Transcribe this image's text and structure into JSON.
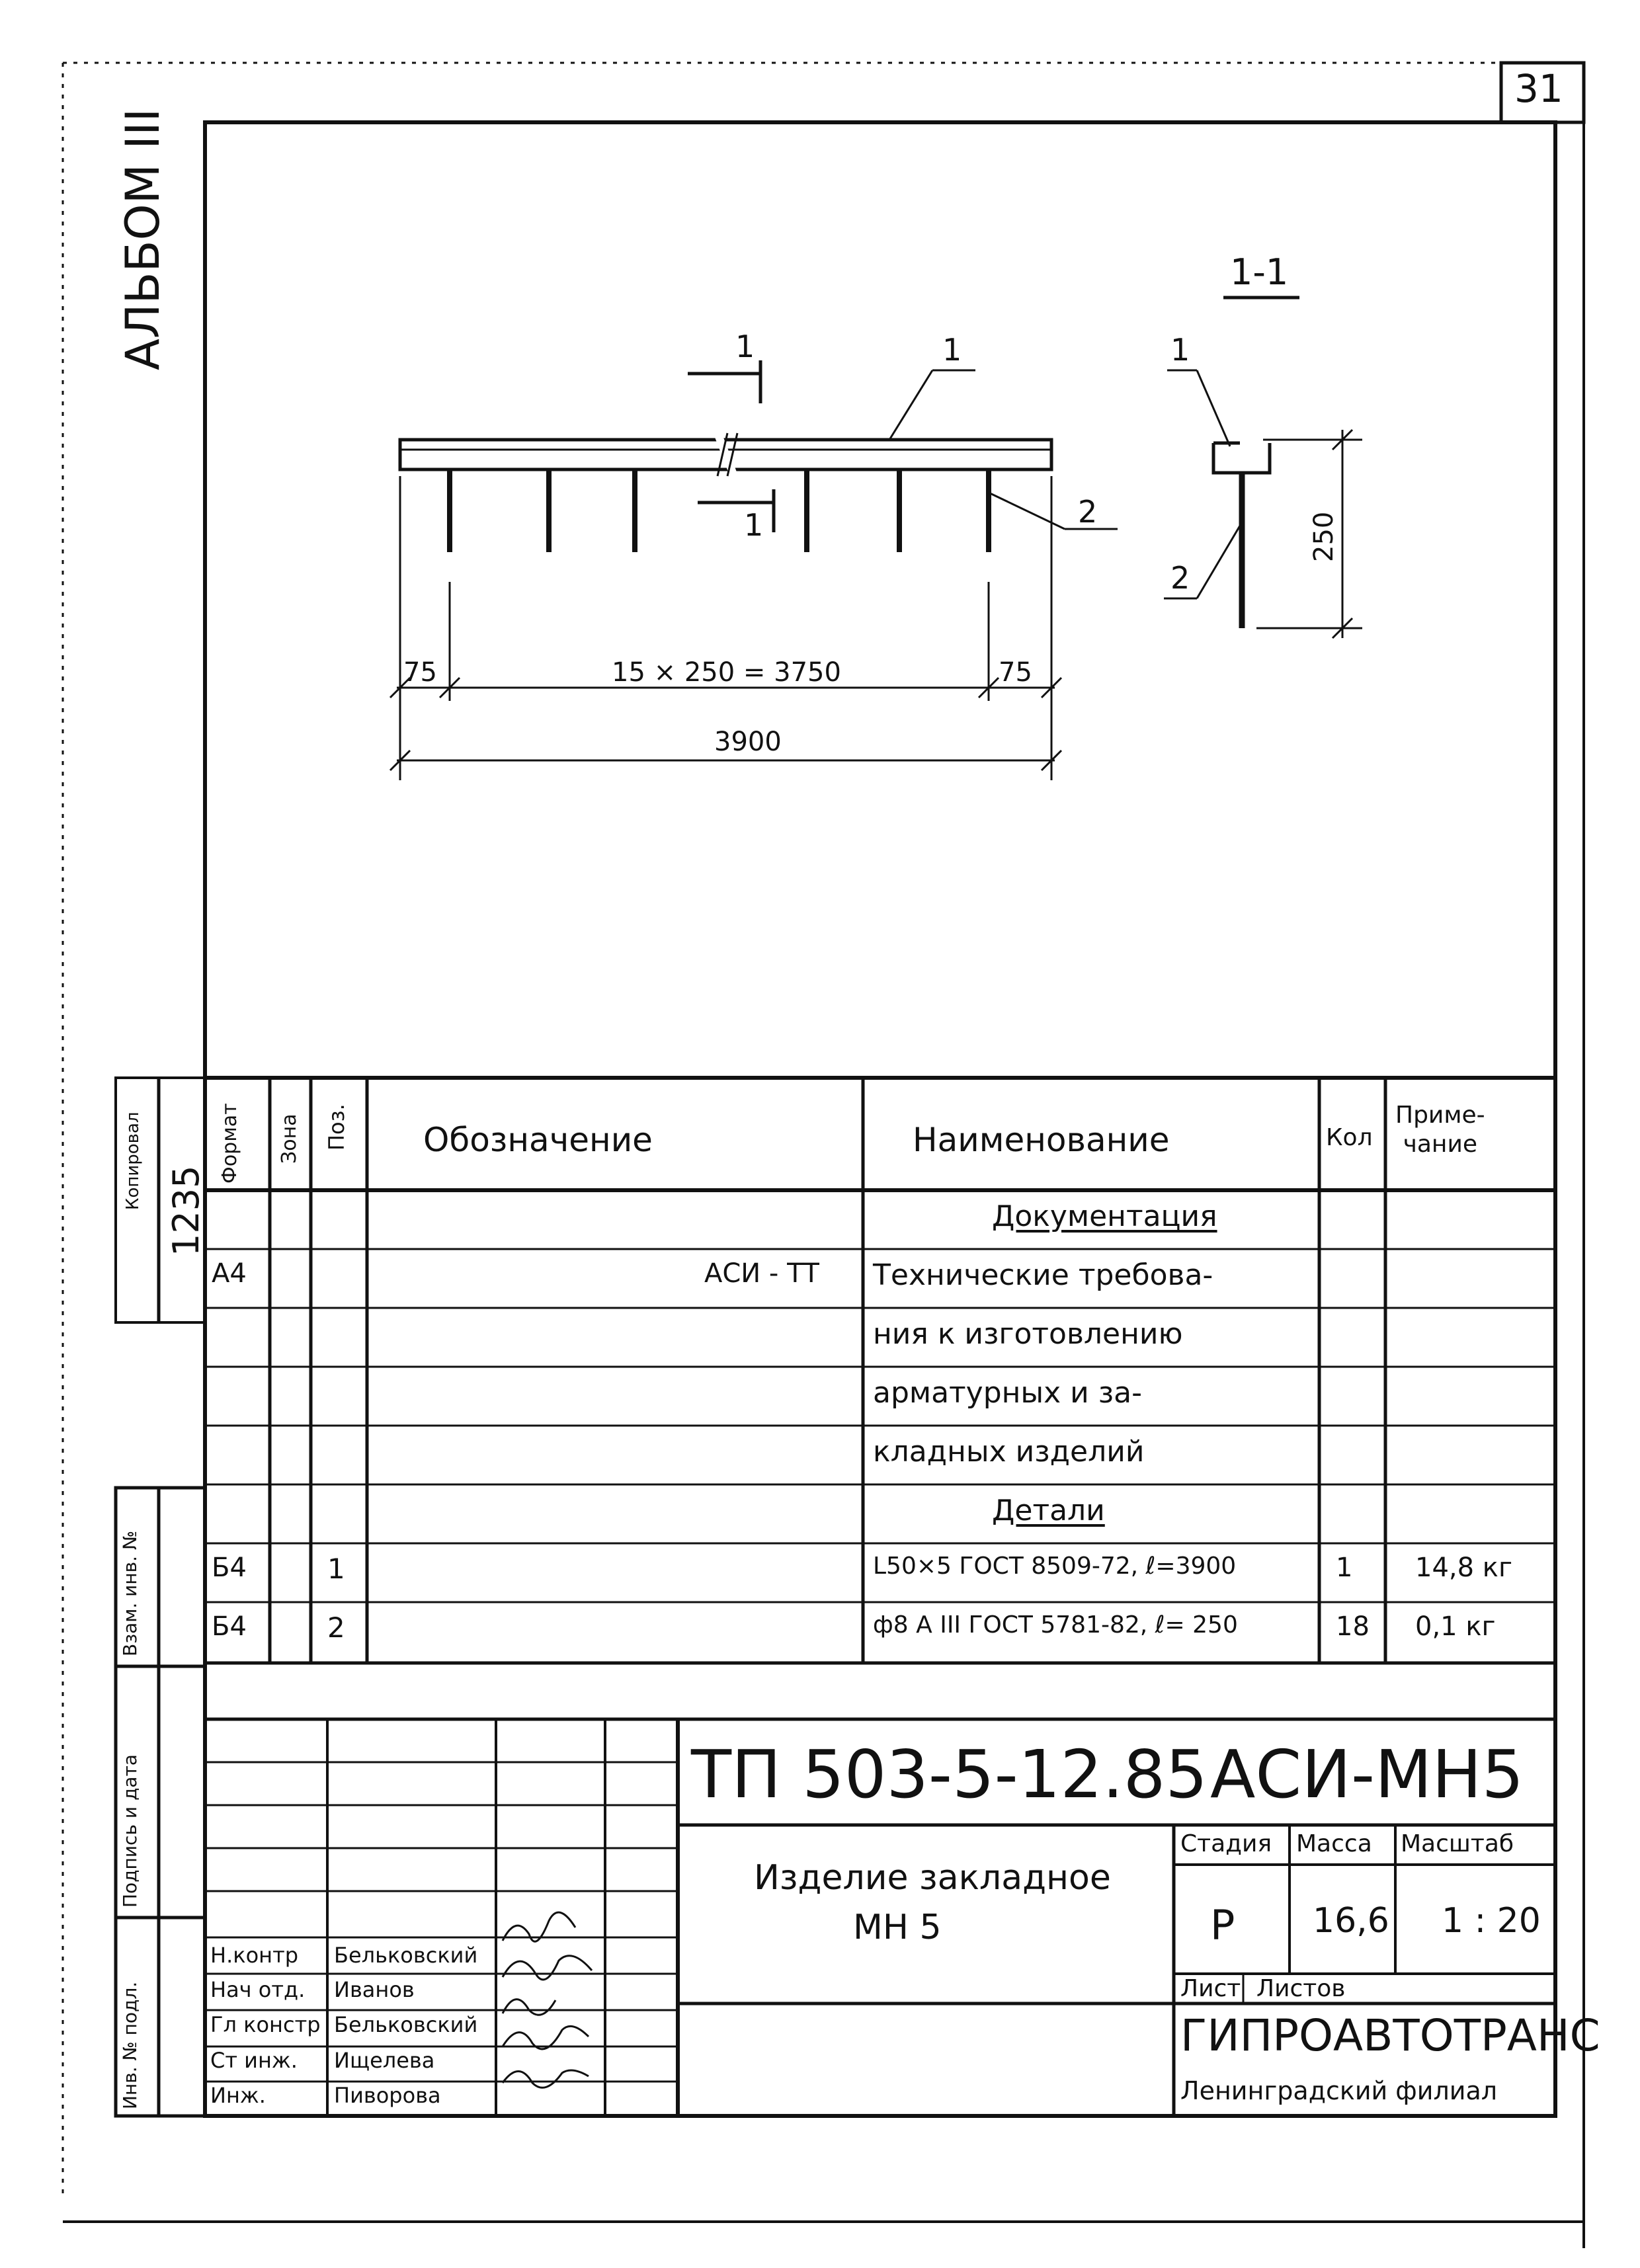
{
  "sheet_number": "31",
  "album": "АЛЬБОМ III",
  "inventory_number": "1235",
  "copied_stamp": "Копировал",
  "drawing": {
    "main_view": {
      "section_mark_1": "1",
      "section_mark_2": "1",
      "callout_1": "1",
      "callout_2": "2",
      "dim_left": "75",
      "dim_middle": "15 × 250 = 3750",
      "dim_right": "75",
      "dim_total": "3900"
    },
    "section_view": {
      "title": "1-1",
      "callout_1": "1",
      "callout_2": "2",
      "dim_height": "250"
    }
  },
  "spec_table": {
    "headers": {
      "format": "Формат",
      "zone": "Зона",
      "pos": "Поз.",
      "designation": "Обозначение",
      "name": "Наименование",
      "qty": "Кол",
      "note": "Приме-\nчание"
    },
    "rows": [
      {
        "format": "",
        "pos": "",
        "designation": "",
        "name": "Документация",
        "qty": "",
        "note": "",
        "section": true
      },
      {
        "format": "А4",
        "pos": "",
        "designation": "АСИ - ТТ",
        "name": "Технические требова-",
        "qty": "",
        "note": ""
      },
      {
        "format": "",
        "pos": "",
        "designation": "",
        "name": "ния к изготовлению",
        "qty": "",
        "note": ""
      },
      {
        "format": "",
        "pos": "",
        "designation": "",
        "name": "арматурных и за-",
        "qty": "",
        "note": ""
      },
      {
        "format": "",
        "pos": "",
        "designation": "",
        "name": "кладных изделий",
        "qty": "",
        "note": ""
      },
      {
        "format": "",
        "pos": "",
        "designation": "",
        "name": "Детали",
        "qty": "",
        "note": "",
        "section": true
      },
      {
        "format": "Б4",
        "pos": "1",
        "designation": "",
        "name": "L50×5 ГОСТ 8509-72, ℓ=3900",
        "qty": "1",
        "note": "14,8 кг"
      },
      {
        "format": "Б4",
        "pos": "2",
        "designation": "",
        "name": "ф8 А III ГОСТ 5781-82, ℓ= 250",
        "qty": "18",
        "note": "0,1 кг"
      }
    ]
  },
  "side_columns": {
    "inv_replace": "Взам. инв. №",
    "sign_date": "Подпись и дата",
    "inv_orig": "Инв. № подл."
  },
  "title_block": {
    "project_code": "ТП 503-5-12.85",
    "doc_code": "АСИ-МН5",
    "item_name_line1": "Изделие закладное",
    "item_name_line2": "МН 5",
    "stage_label": "Стадия",
    "mass_label": "Масса",
    "scale_label": "Масштаб",
    "stage": "Р",
    "mass": "16,6",
    "scale": "1 : 20",
    "sheet_label": "Лист",
    "sheets_label": "Листов",
    "org_name": "ГИПРОАВТОТРАНС",
    "org_branch": "Ленинградский филиал",
    "signatures": [
      {
        "role": "Н.контр",
        "name": "Бельковский"
      },
      {
        "role": "Нач отд.",
        "name": "Иванов"
      },
      {
        "role": "Гл констр",
        "name": "Бельковский"
      },
      {
        "role": "Ст инж.",
        "name": "Ищелева"
      },
      {
        "role": "Инж.",
        "name": "Пиворова"
      }
    ]
  }
}
